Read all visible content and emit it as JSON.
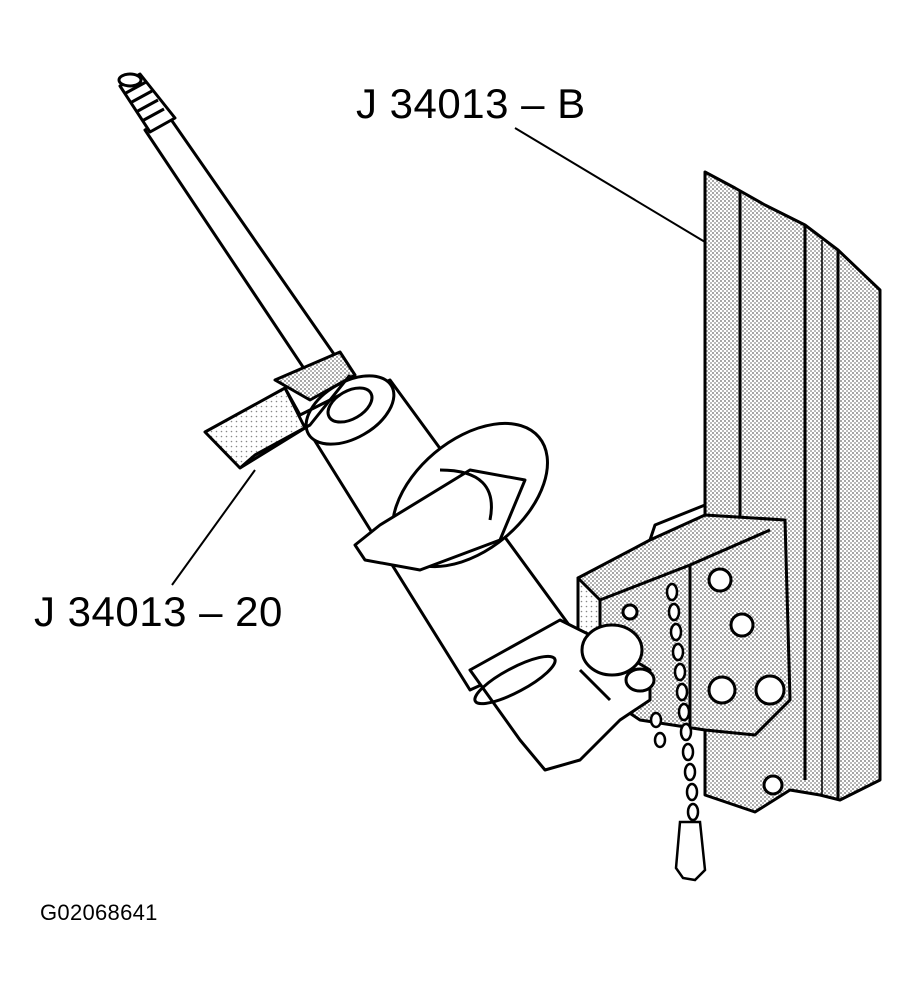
{
  "labels": {
    "tool_b": "J 34013 – B",
    "tool_20": "J 34013 – 20"
  },
  "figure_id": "G02068641",
  "colors": {
    "ink": "#000000",
    "paper": "#ffffff",
    "stipple": "#bdbdbd"
  }
}
